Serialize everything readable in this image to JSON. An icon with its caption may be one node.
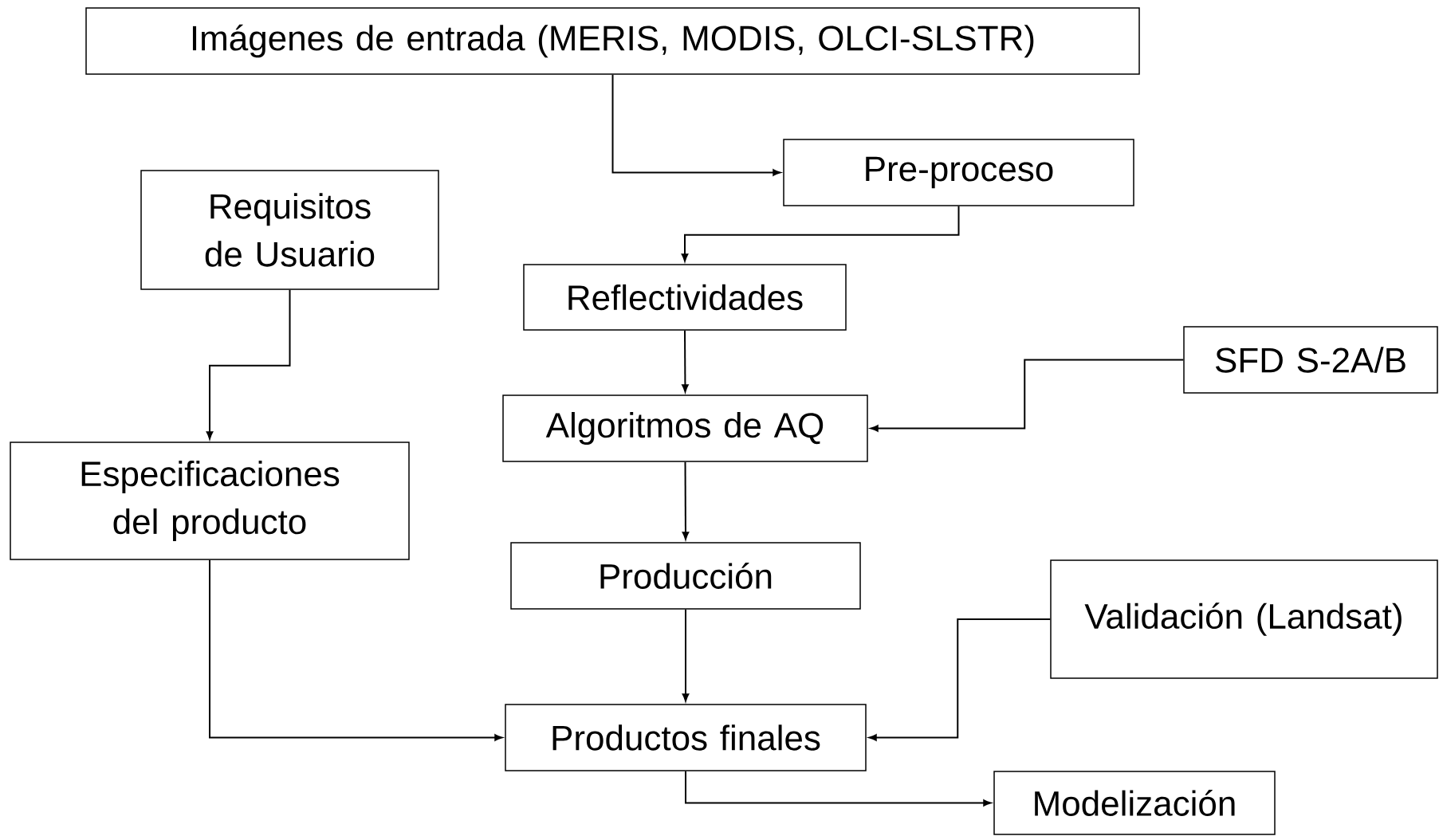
{
  "diagram": {
    "nodes": [
      {
        "text": [
          "Imágenes de entrada (MERIS, MODIS, OLCI-SLSTR)"
        ]
      },
      {
        "text": [
          "Pre-proceso"
        ]
      },
      {
        "text": [
          "Requisitos de Usuario"
        ]
      },
      {
        "text": [
          "Reflectividades"
        ]
      },
      {
        "text": [
          "SFD S-2A/B"
        ]
      },
      {
        "text": [
          "Algoritmos de AQ"
        ]
      },
      {
        "text": [
          "Especificaciones del producto"
        ]
      },
      {
        "text": [
          "Producción"
        ]
      },
      {
        "text": [
          "Validación (Landsat)"
        ]
      },
      {
        "text": [
          "Productos finales"
        ]
      },
      {
        "text": [
          "Modelización"
        ]
      }
    ],
    "edges": [
      {
        "from": 0,
        "to": 1,
        "arrow": "to"
      },
      {
        "from": 1,
        "to": 3,
        "arrow": "to"
      },
      {
        "from": 2,
        "to": 6,
        "arrow": "to"
      },
      {
        "from": 3,
        "to": 5,
        "arrow": "to"
      },
      {
        "from": 4,
        "to": 5,
        "arrow": "to"
      },
      {
        "from": 5,
        "to": 7,
        "arrow": "to"
      },
      {
        "from": 7,
        "to": 9,
        "arrow": "to"
      },
      {
        "from": 6,
        "to": 9,
        "arrow": "to"
      },
      {
        "from": 8,
        "to": 9,
        "arrow": "to"
      },
      {
        "from": 9,
        "to": 10,
        "arrow": "to"
      }
    ]
  }
}
